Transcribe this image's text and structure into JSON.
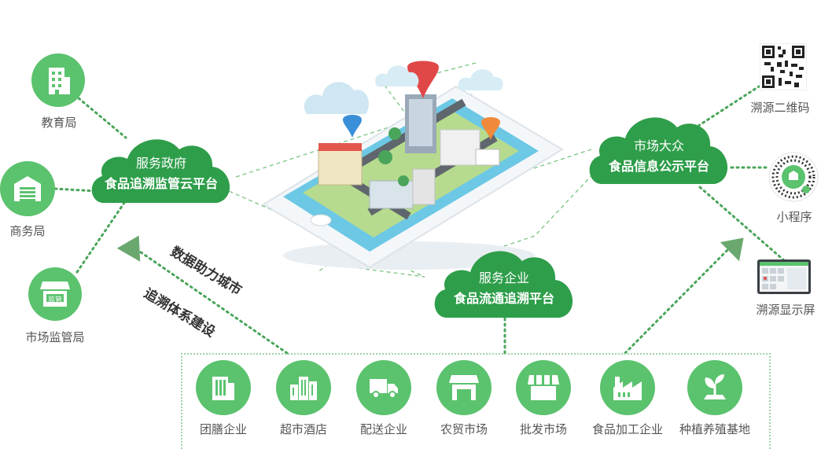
{
  "government": {
    "agencies": [
      {
        "label": "教育局",
        "icon": "building-icon"
      },
      {
        "label": "商务局",
        "icon": "warehouse-icon"
      },
      {
        "label": "市场监管局",
        "icon": "market-stall-icon",
        "badge": "监管"
      }
    ]
  },
  "clouds": {
    "gov": {
      "line1": "服务政府",
      "line2": "食品追溯监管云平台"
    },
    "public": {
      "line1": "市场大众",
      "line2": "食品信息公示平台"
    },
    "enterprise": {
      "line1": "服务企业",
      "line2": "食品流通追溯平台"
    }
  },
  "slogans": {
    "line1": "数据助力城市",
    "line2": "追溯体系建设"
  },
  "public_outputs": [
    {
      "label": "溯源二维码",
      "icon": "qr-code-icon"
    },
    {
      "label": "小程序",
      "icon": "mini-program-code-icon"
    },
    {
      "label": "溯源显示屏",
      "icon": "display-screen-icon"
    }
  ],
  "enterprises": [
    {
      "label": "团膳企业",
      "icon": "office-building-icon"
    },
    {
      "label": "超市酒店",
      "icon": "city-buildings-icon"
    },
    {
      "label": "配送企业",
      "icon": "delivery-truck-icon"
    },
    {
      "label": "农贸市场",
      "icon": "market-stall-icon"
    },
    {
      "label": "批发市场",
      "icon": "awning-shop-icon"
    },
    {
      "label": "食品加工企业",
      "icon": "factory-icon"
    },
    {
      "label": "种植养殖基地",
      "icon": "plant-sprout-icon"
    }
  ],
  "colors": {
    "primary": "#5bc26e",
    "cloud": "#2e9e4a",
    "dots": "#4aa55a",
    "arrow": "#6aa86f"
  }
}
